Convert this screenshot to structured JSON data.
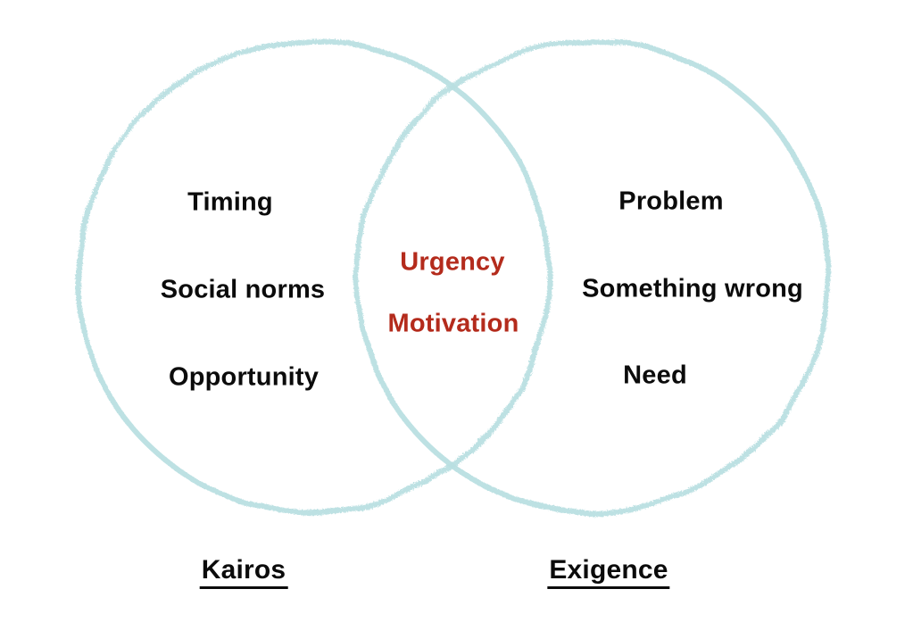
{
  "diagram": {
    "type": "venn",
    "left_circle": {
      "label": "Kairos",
      "items": [
        "Timing",
        "Social norms",
        "Opportunity"
      ]
    },
    "overlap": {
      "items": [
        "Urgency",
        "Motivation"
      ]
    },
    "right_circle": {
      "label": "Exigence",
      "items": [
        "Problem",
        "Something wrong",
        "Need"
      ]
    },
    "colors": {
      "circle_stroke": "#b9dfe2",
      "overlap_text": "#b42b1c",
      "item_text": "#0b0b0b",
      "background": "#ffffff"
    }
  }
}
